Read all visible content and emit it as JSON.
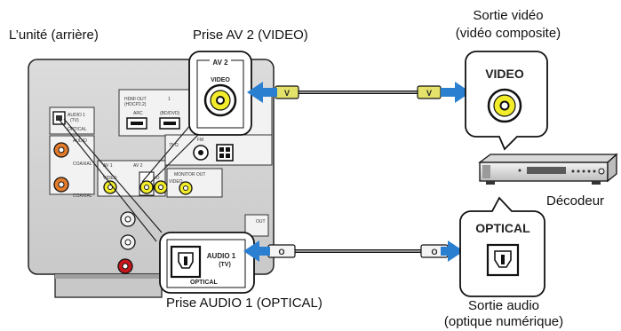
{
  "labels": {
    "unit_rear": "L’unité (arrière)",
    "av2_jack": "Prise AV 2 (VIDEO)",
    "video_output_line1": "Sortie vidéo",
    "video_output_line2": "(vidéo composite)",
    "decoder": "Décodeur",
    "audio1_jack": "Prise AUDIO 1 (OPTICAL)",
    "audio_output_line1": "Sortie audio",
    "audio_output_line2": "(optique numérique)"
  },
  "zoom_av2": {
    "title": "AV 2",
    "jack_label": "VIDEO"
  },
  "zoom_audio1": {
    "title_line1": "AUDIO 1",
    "title_line2": "(TV)",
    "bottom_label": "OPTICAL"
  },
  "device_video": {
    "label": "VIDEO"
  },
  "device_optical": {
    "label": "OPTICAL"
  },
  "cable_video_plug": "V",
  "cable_optical_plug": "O",
  "panel_text": {
    "hdmi_out": "HDMI OUT",
    "hdmi_sub": "(HDCP2.2)",
    "arc": "ARC",
    "hdmi_1": "1",
    "bd_dvd": "(BD/DVD)",
    "audio1": "AUDIO 1",
    "tv": "(TV)",
    "optical": "OPTICAL",
    "audio_small": "AUDIO",
    "coaxial": "COAXIAL",
    "coaxial2": "COAXIAL",
    "av1": "AV 1",
    "av2": "AV 2",
    "video_a": "VIDEO",
    "video_b": "VIDEO",
    "video_c": "VIDEO",
    "monitor_out": "MONITOR OUT",
    "fm": "FM",
    "ohm": "75 Ω",
    "out": "OUT"
  },
  "colors": {
    "panel": "#d2d2d2",
    "cable_plug": "#e4e26a",
    "arrow": "#2a7fd0",
    "jack_yellow": "#f2ec2a",
    "jack_red": "#c8161d"
  }
}
